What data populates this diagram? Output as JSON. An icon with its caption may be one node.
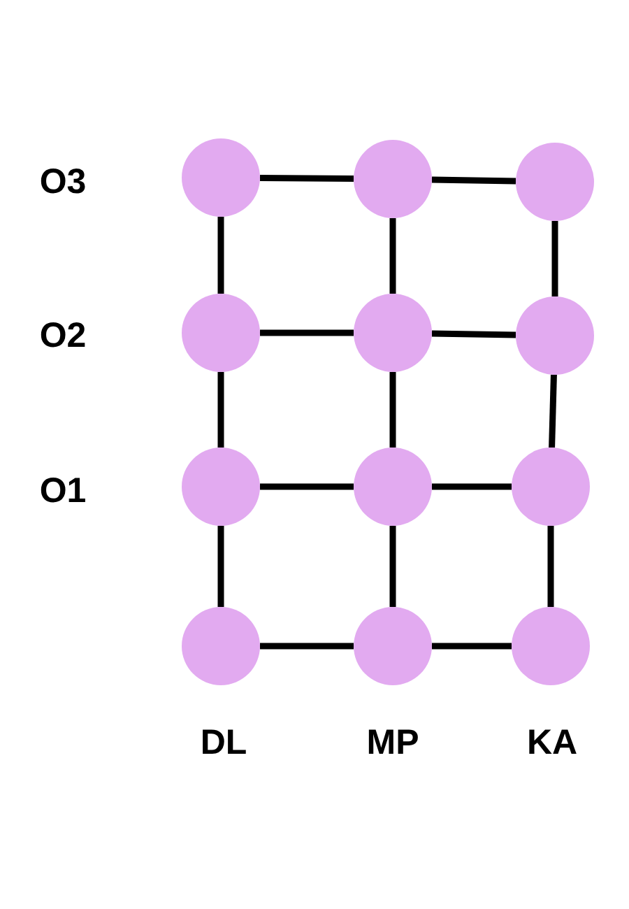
{
  "diagram": {
    "nodes": [
      {
        "text": [],
        "shape": "circle"
      },
      {
        "text": [],
        "shape": "circle"
      },
      {
        "text": [],
        "shape": "circle"
      },
      {
        "text": [],
        "shape": "circle"
      },
      {
        "text": [],
        "shape": "circle"
      },
      {
        "text": [],
        "shape": "circle"
      },
      {
        "text": [],
        "shape": "circle"
      },
      {
        "text": [],
        "shape": "circle"
      },
      {
        "text": [],
        "shape": "circle"
      },
      {
        "text": [],
        "shape": "circle"
      },
      {
        "text": [],
        "shape": "circle"
      },
      {
        "text": [],
        "shape": "circle"
      }
    ],
    "edges": [
      {
        "from": 0,
        "to": 1,
        "arrow": "none"
      },
      {
        "from": 1,
        "to": 2,
        "arrow": "none"
      },
      {
        "from": 3,
        "to": 4,
        "arrow": "none"
      },
      {
        "from": 4,
        "to": 5,
        "arrow": "none"
      },
      {
        "from": 6,
        "to": 7,
        "arrow": "none"
      },
      {
        "from": 7,
        "to": 8,
        "arrow": "none"
      },
      {
        "from": 9,
        "to": 10,
        "arrow": "none"
      },
      {
        "from": 10,
        "to": 11,
        "arrow": "none"
      },
      {
        "from": 0,
        "to": 3,
        "arrow": "none"
      },
      {
        "from": 3,
        "to": 6,
        "arrow": "none"
      },
      {
        "from": 6,
        "to": 9,
        "arrow": "none"
      },
      {
        "from": 1,
        "to": 4,
        "arrow": "none"
      },
      {
        "from": 4,
        "to": 7,
        "arrow": "none"
      },
      {
        "from": 7,
        "to": 10,
        "arrow": "none"
      },
      {
        "from": 2,
        "to": 5,
        "arrow": "none"
      },
      {
        "from": 5,
        "to": 8,
        "arrow": "none"
      },
      {
        "from": 8,
        "to": 11,
        "arrow": "none"
      }
    ],
    "labels": [
      "O3",
      "O2",
      "O1",
      "DL",
      "MP",
      "KA"
    ]
  }
}
